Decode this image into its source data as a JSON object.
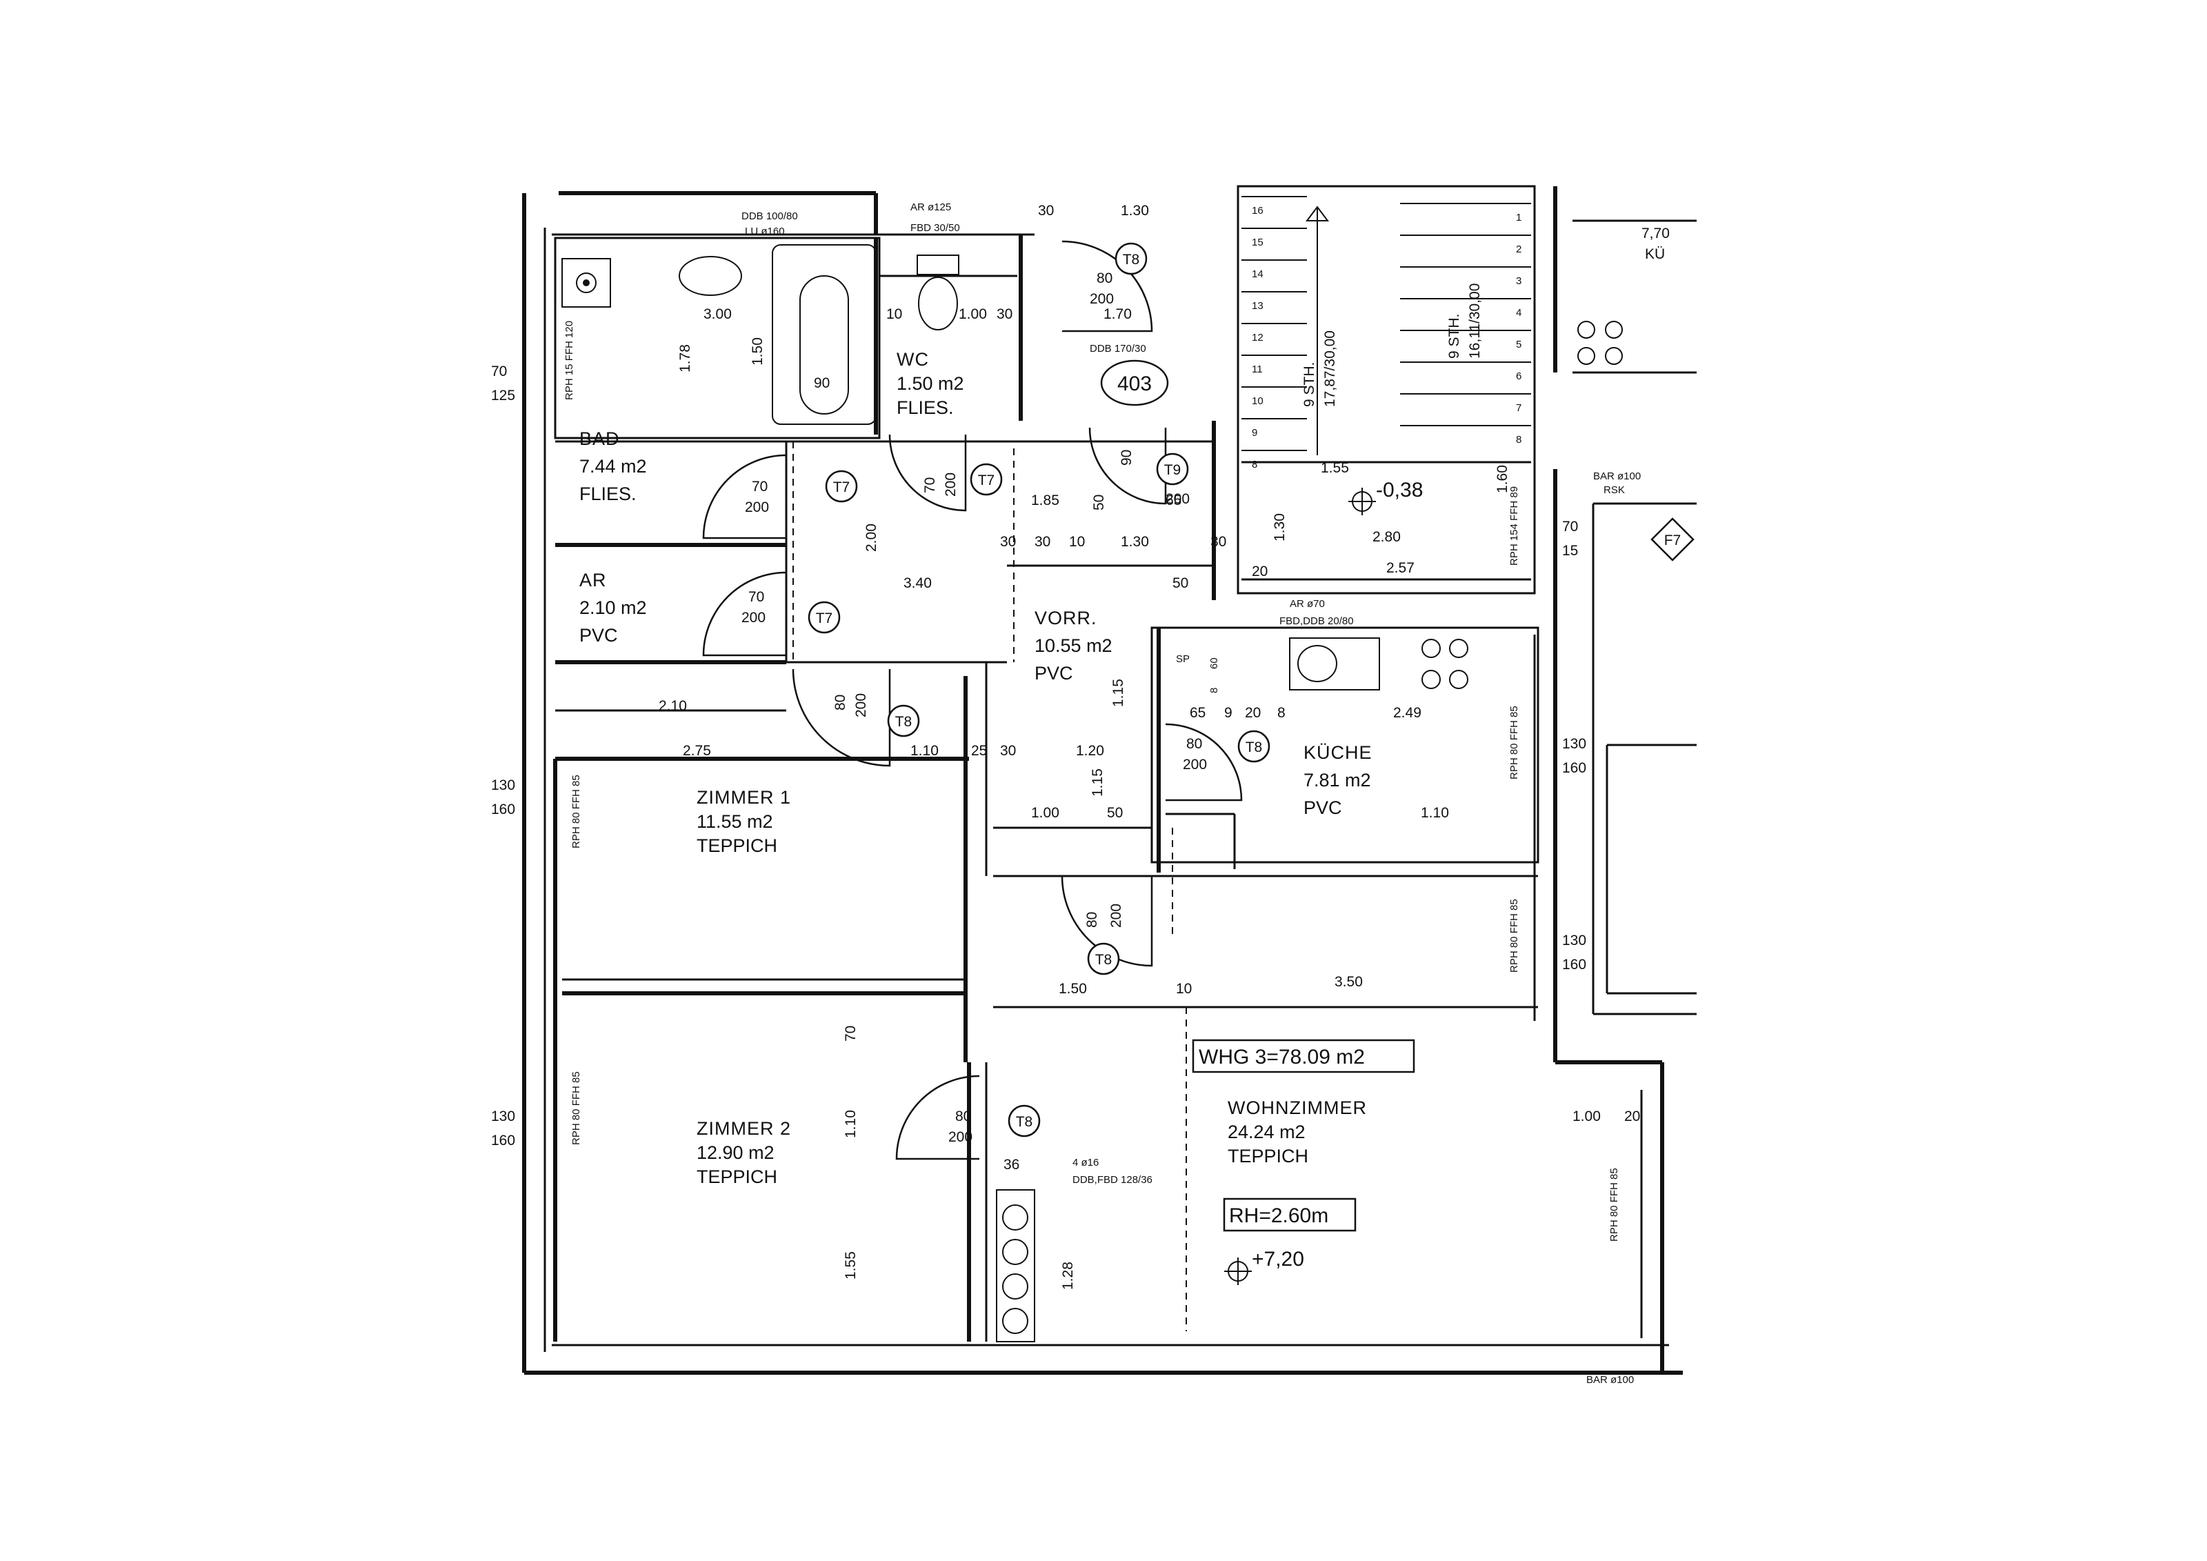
{
  "rooms": {
    "bad": {
      "name": "BAD",
      "area": "7.44 m2",
      "floor": "FLIES."
    },
    "wc": {
      "name": "WC",
      "area": "1.50 m2",
      "floor": "FLIES."
    },
    "ar": {
      "name": "AR",
      "area": "2.10 m2",
      "floor": "PVC"
    },
    "vorr": {
      "name": "VORR.",
      "area": "10.55 m2",
      "floor": "PVC"
    },
    "kueche": {
      "name": "KÜCHE",
      "area": "7.81 m2",
      "floor": "PVC"
    },
    "zimmer1": {
      "name": "ZIMMER 1",
      "area": "11.55 m2",
      "floor": "TEPPICH"
    },
    "zimmer2": {
      "name": "ZIMMER 2",
      "area": "12.90 m2",
      "floor": "TEPPICH"
    },
    "wohn": {
      "name": "WOHNZIMMER",
      "area": "24.24 m2",
      "floor": "TEPPICH"
    }
  },
  "labels": {
    "whg": "WHG 3=78.09 m2",
    "rh": "RH=2.60m",
    "unit_number": "403",
    "level_lower": "+7,20",
    "level_upper": "-0,38",
    "stair_1": "9 STH.",
    "stair_2": "17,87/30,00",
    "stair_3": "9 STH.",
    "stair_4": "16,11/30,00",
    "kitchen_neighbor_1": "7,70",
    "kitchen_neighbor_2": "KÜ",
    "window_f7": "F7"
  },
  "door_tags": {
    "t7_bad": "T7",
    "t7_wc": "T7",
    "t7_ar": "T7",
    "t8_entry": "T8",
    "t8_top": "T8",
    "t8_kitchen": "T8",
    "t8_wohn": "T8",
    "t8_z2": "T8",
    "t9": "T9"
  },
  "dimensions": {
    "d_130_top": "1.30",
    "d_30_top": "30",
    "d_300": "3.00",
    "d_178": "1.78",
    "d_150": "1.50",
    "d_90": "90",
    "d_100": "1.00",
    "d_30a": "30",
    "d_170": "1.70",
    "d_10a": "10",
    "d_185": "1.85",
    "d_50a": "50",
    "d_65": "65",
    "d_30b": "30",
    "d_30c": "30",
    "d_10b": "10",
    "d_130b": "1.30",
    "d_30d": "30",
    "d_200a": "2.00",
    "d_340": "3.40",
    "d_50b": "50",
    "d_210": "2.10",
    "d_275": "2.75",
    "d_110": "1.10",
    "d_25": "25",
    "d_30e": "30",
    "d_120": "1.20",
    "d_115a": "1.15",
    "d_115b": "1.15",
    "d_100b": "1.00",
    "d_50c": "50",
    "d_150b": "1.50",
    "d_10c": "10",
    "d_350": "3.50",
    "d_249": "2.49",
    "d_110b": "1.10",
    "d_280": "2.80",
    "d_257": "2.57",
    "d_130c": "1.30",
    "d_155": "1.55",
    "d_160": "1.60",
    "d_110c": "1.10",
    "d_70": "70",
    "d_155b": "1.55",
    "d_128": "1.28",
    "d_100c": "1.00",
    "d_20": "20",
    "d_36": "36",
    "d_65b": "65",
    "d_9": "9",
    "d_20b": "20",
    "d_8": "8",
    "d_20c": "20"
  },
  "door_sizes": {
    "bad_w": "70",
    "bad_h": "200",
    "ar_w": "70",
    "ar_h": "200",
    "wc_w": "70",
    "wc_h": "200",
    "entry_w": "80",
    "entry_h": "200",
    "top_w": "80",
    "top_h": "200",
    "kitchen_w": "80",
    "kitchen_h": "200",
    "wohn_w": "80",
    "wohn_h": "200",
    "z2_w": "80",
    "z2_h": "200",
    "t9_w": "90",
    "t9_h": "200"
  },
  "annotations": {
    "rph_left_1": "RPH 80 FFH 85",
    "rph_left_2": "RPH 80 FFH 85",
    "rph_bad": "RPH 15 FFH 120",
    "rph_right_1": "RPH 80 FFH 85",
    "rph_right_2": "RPH 80 FFH 85",
    "rph_right_3": "RPH 80 FFH 85",
    "rph_stair": "RPH 154 FFH 89",
    "win_130_160_a": "130",
    "win_130_160_b": "160",
    "win_130_160_c": "130",
    "win_130_160_d": "160",
    "win_130_160_e": "130",
    "win_130_160_f": "160",
    "win_130_160_g": "130",
    "win_130_160_h": "160",
    "win_70_125_a": "70",
    "win_70_125_b": "125",
    "win_70_15_a": "70",
    "win_70_15_b": "15",
    "ddb_top": "DDB 100/80",
    "lu": "LU ø160",
    "ar_top": "AR ø125",
    "fbd": "FBD 30/50",
    "ddb_170": "DDB 170/30",
    "ar_70": "AR ø70",
    "fbd_ddb": "FBD,DDB 20/80",
    "sp": "SP",
    "sp_60": "60",
    "sp_8": "8",
    "bar100_top": "BAR ø100",
    "rsk": "RSK",
    "ddb_fbd": "DDB,FBD 128/36",
    "four_16": "4 ø16",
    "bar100_bottom": "BAR ø100"
  },
  "stair_steps": [
    "16",
    "15",
    "14",
    "13",
    "12",
    "11",
    "10",
    "9",
    "8"
  ],
  "stair_steps_right": [
    "1",
    "2",
    "3",
    "4",
    "5",
    "6",
    "7",
    "8"
  ]
}
